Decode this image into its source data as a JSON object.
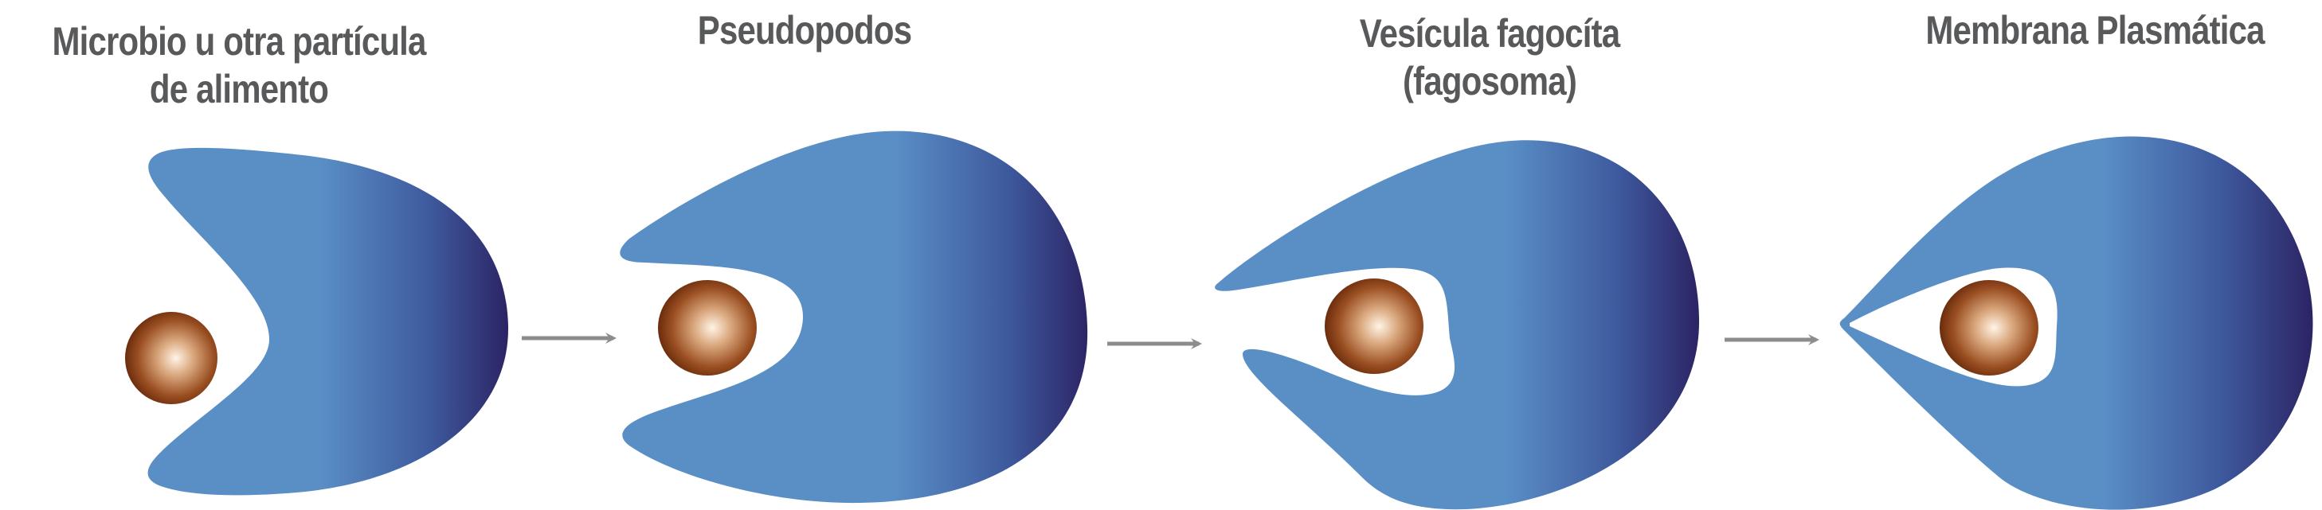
{
  "diagram": {
    "title": "",
    "colors": {
      "cell_light": "#5a8fc6",
      "cell_dark": "#2b2363",
      "particle_center": "#fff4e6",
      "particle_edge": "#6b2c0c",
      "arrow": "#8c8c8c",
      "label": "#58595b"
    },
    "stages": [
      {
        "id": "stage-1",
        "label_lines": [
          "Microbio u otra partícula",
          "de alimento"
        ]
      },
      {
        "id": "stage-2",
        "label_lines": [
          "Pseudopodos"
        ]
      },
      {
        "id": "stage-3",
        "label_lines": [
          "Vesícula fagocíta",
          "(fagosoma)"
        ]
      },
      {
        "id": "stage-4",
        "label_lines": [
          "Membrana Plasmática"
        ]
      }
    ],
    "arrows": [
      {
        "from": "stage-1",
        "to": "stage-2"
      },
      {
        "from": "stage-2",
        "to": "stage-3"
      },
      {
        "from": "stage-3",
        "to": "stage-4"
      }
    ]
  }
}
